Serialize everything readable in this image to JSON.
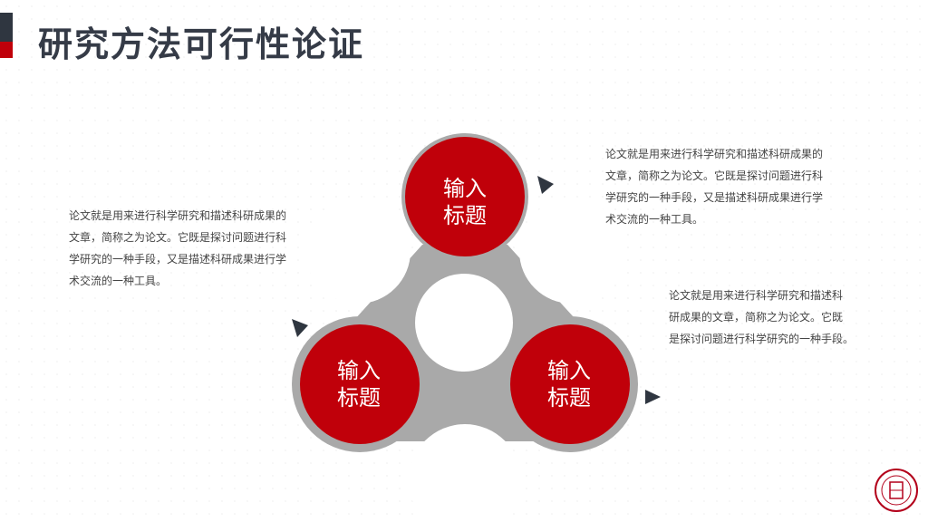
{
  "header": {
    "title": "研究方法可行性论证"
  },
  "diagram": {
    "nodes": [
      {
        "id": "top",
        "label": "输入\n标题"
      },
      {
        "id": "left",
        "label": "输入\n标题"
      },
      {
        "id": "right",
        "label": "输入\n标题"
      }
    ]
  },
  "text_blocks": {
    "left": "论文就是用来进行科学研究和描述科研成果的\n文章，简称之为论文。它既是探讨问题进行科\n学研究的一种手段，又是描述科研成果进行学\n术交流的一种工具。",
    "right_top": "论文就是用来进行科学研究和描述科研成果的\n文章，简称之为论文。它既是探讨问题进行科\n学研究的一种手段，又是描述科研成果进行学\n术交流的一种工具。",
    "right_mid": "论文就是用来进行科学研究和描述科\n研成果的文章，简称之为论文。它既\n是探讨问题进行科学研究的一种手段。"
  },
  "colors": {
    "red": "#c0000a",
    "gray": "#a9a9a9",
    "dark": "#353b47"
  },
  "icons": {
    "arrow": "triangle-arrow-icon",
    "logo": "university-seal-icon"
  }
}
